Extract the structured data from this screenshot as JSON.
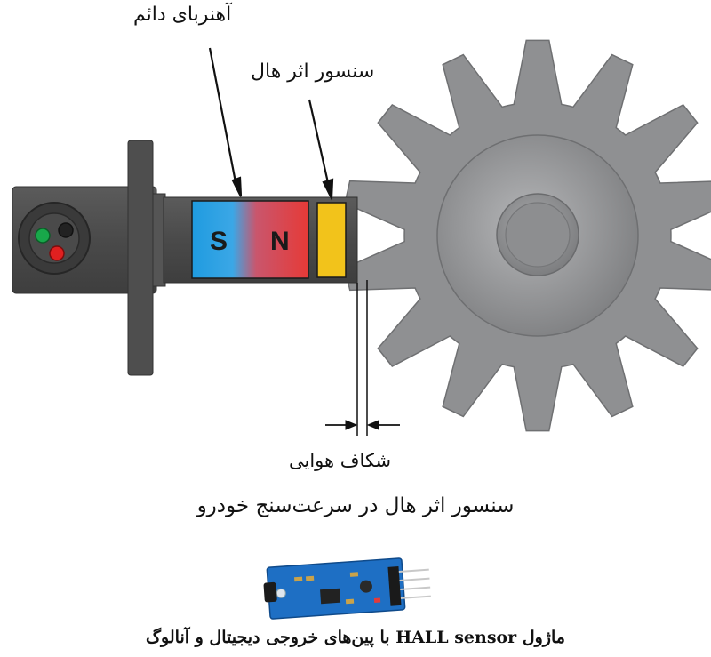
{
  "labels": {
    "magnet": "آهنربای دائم",
    "hall_sensor": "سنسور اثر هال",
    "air_gap": "شکاف هوایی",
    "caption": "سنسور اثر هال در سرعت‌سنج خودرو",
    "footer": "ماژول HALL sensor با پین‌های خروجی دیجیتال و آنالوگ"
  },
  "magnet_poles": {
    "south": "S",
    "north": "N"
  },
  "colors": {
    "south_pole": "#1f9be0",
    "north_pole": "#e63a37",
    "hall_element": "#f2c31b",
    "gear": "#8f9092",
    "housing": "#4b4b4b",
    "pcb": "#1e6fc4"
  },
  "gear": {
    "teeth": 14
  }
}
